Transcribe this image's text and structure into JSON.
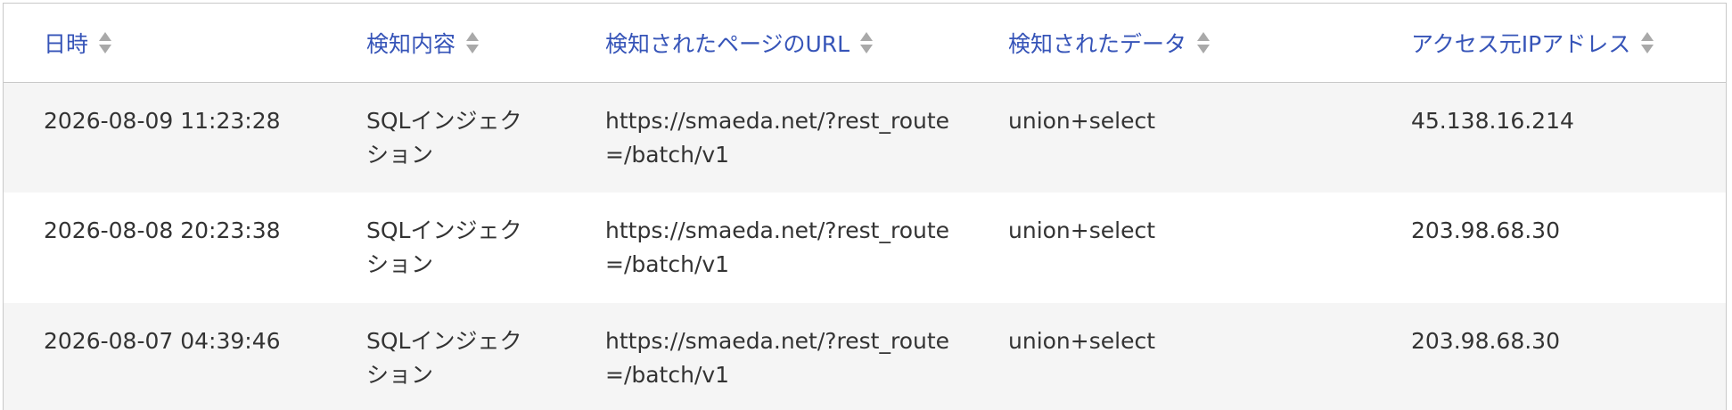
{
  "table": {
    "headers": [
      {
        "label": "日時"
      },
      {
        "label": "検知内容"
      },
      {
        "label": "検知されたページのURL"
      },
      {
        "label": "検知されたデータ"
      },
      {
        "label": "アクセス元IPアドレス"
      }
    ],
    "rows": [
      {
        "datetime": "2026-08-09 11:23:28",
        "detection": "SQLインジェクション",
        "url": "https://smaeda.net/?rest_route=/batch/v1",
        "data": "union+select",
        "ip": "45.138.16.214"
      },
      {
        "datetime": "2026-08-08 20:23:38",
        "detection": "SQLインジェクション",
        "url": "https://smaeda.net/?rest_route=/batch/v1",
        "data": "union+select",
        "ip": "203.98.68.30"
      },
      {
        "datetime": "2026-08-07 04:39:46",
        "detection": "SQLインジェクション",
        "url": "https://smaeda.net/?rest_route=/batch/v1",
        "data": "union+select",
        "ip": "203.98.68.30"
      }
    ]
  },
  "colors": {
    "header_text": "#3654b8",
    "body_text": "#333333",
    "sort_icon": "#a9a9a9",
    "row_stripe": "#f5f5f5",
    "border": "#c9c9c9"
  },
  "icons": {
    "sort": "sort-up-down-icon"
  }
}
